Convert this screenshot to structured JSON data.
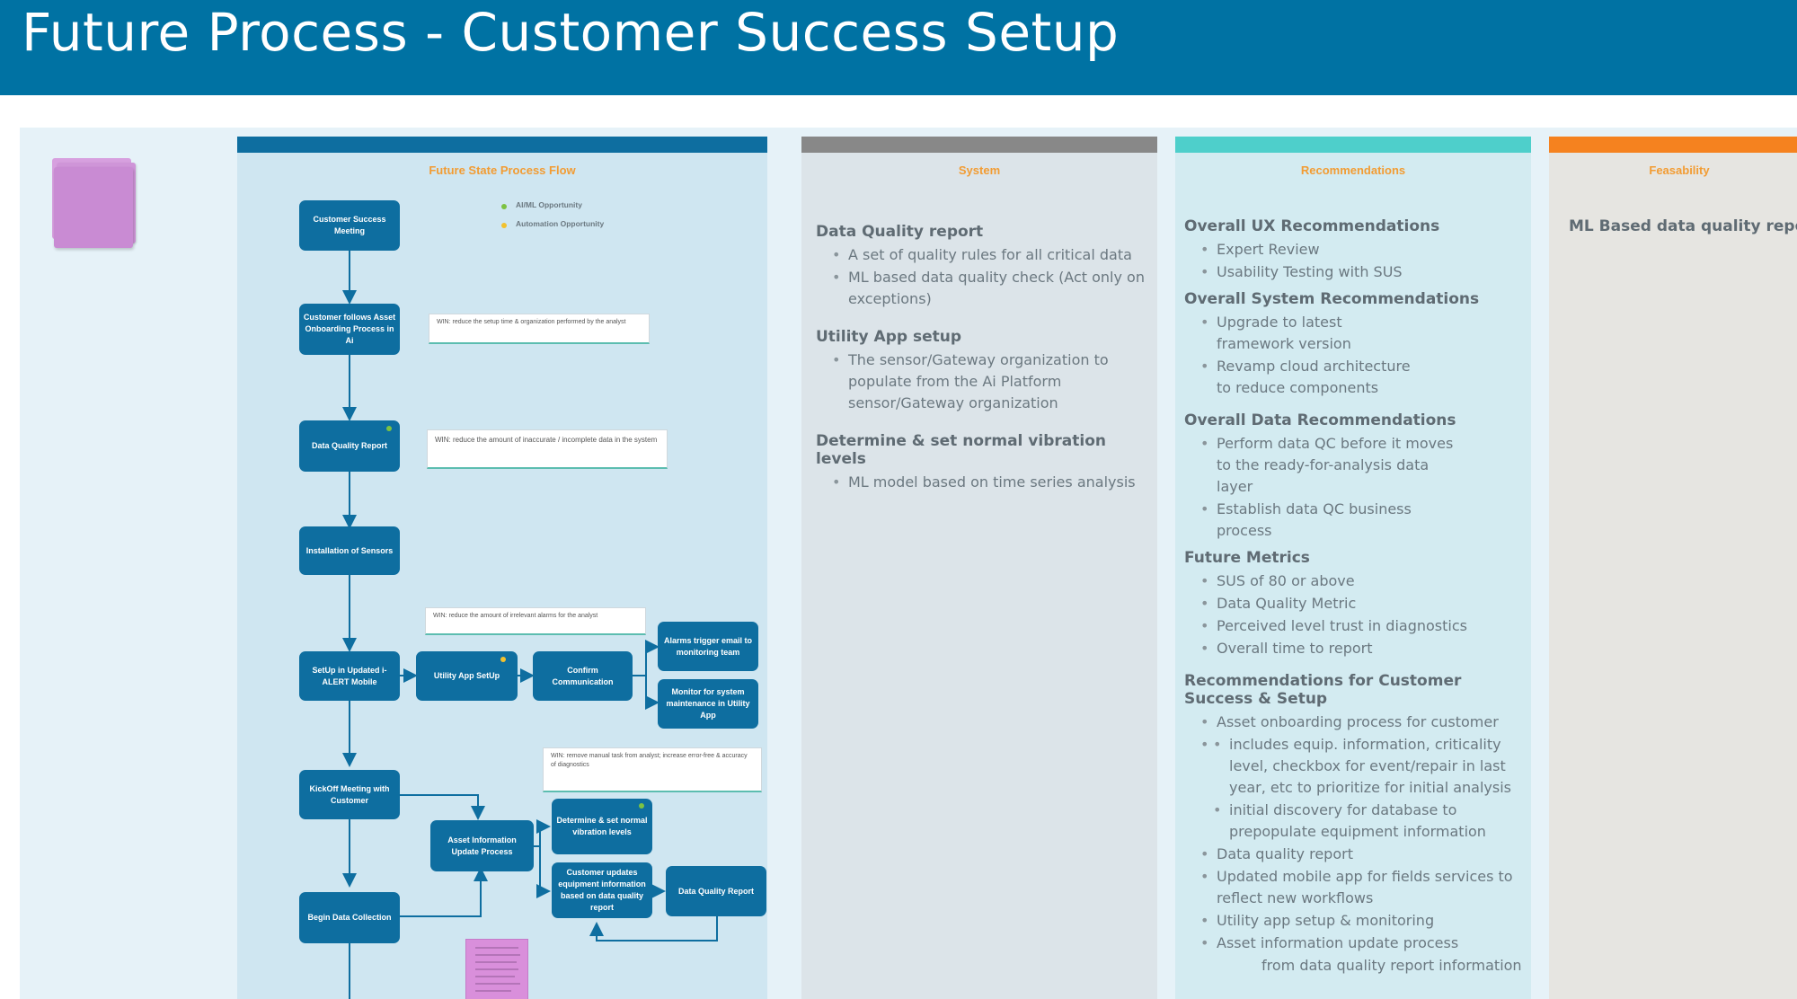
{
  "page": {
    "title": "Future Process - Customer Success Setup"
  },
  "columns": {
    "flow": {
      "title": "Future State Process Flow",
      "bar_color": "#0e6ea0"
    },
    "system": {
      "title": "System",
      "bar_color": "#888888",
      "sections": [
        {
          "heading": "Data Quality report",
          "items": [
            "A set of quality rules for all critical data",
            "ML based data quality check (Act only on exceptions)"
          ]
        },
        {
          "heading": "Utility App setup",
          "items": [
            "The sensor/Gateway organization to populate from the Ai Platform sensor/Gateway organization"
          ]
        },
        {
          "heading": "Determine & set normal vibration levels",
          "items": [
            "ML model based on time series analysis"
          ]
        }
      ]
    },
    "recommendations": {
      "title": "Recommendations",
      "bar_color": "#4ecfcb",
      "sections": [
        {
          "heading": "Overall UX Recommendations",
          "items": [
            "Expert Review",
            "Usability Testing with SUS"
          ]
        },
        {
          "heading": "Overall System Recommendations",
          "items": [
            "Upgrade to latest framework version",
            "Revamp cloud architecture to reduce components"
          ]
        },
        {
          "heading": "Overall Data Recommendations",
          "items": [
            "Perform data QC before it moves to the ready-for-analysis data layer",
            "Establish data QC business process"
          ]
        },
        {
          "heading": "Future Metrics",
          "items": [
            "SUS of 80 or above",
            "Data Quality Metric",
            "Perceived level trust in diagnostics",
            "Overall time to report"
          ]
        },
        {
          "heading": "Recommendations for Customer Success & Setup",
          "items": [
            "Asset onboarding process for customer"
          ],
          "subitems": [
            "includes equip. information, criticality level, checkbox for event/repair in last year, etc to prioritize for initial analysis",
            "initial discovery for database to prepopulate equipment information"
          ],
          "items_after": [
            "Data quality report",
            "Updated mobile app for fields services to reflect new workflows",
            "Utility app setup & monitoring",
            "Asset information update process"
          ],
          "trailing": "from data quality report information"
        }
      ]
    },
    "feasibility": {
      "title": "Feasability",
      "bar_color": "#f5821f",
      "item": "ML Based data quality report"
    }
  },
  "flow": {
    "legend": [
      {
        "label": "AI/ML Opportunity",
        "color": "#7cc242"
      },
      {
        "label": "Automation Opportunity",
        "color": "#f2c12e"
      }
    ],
    "nodes": {
      "customer_success_meeting": "Customer Success Meeting",
      "asset_onboarding": "Customer follows Asset Onboarding Process in Ai",
      "data_quality_report": "Data Quality Report",
      "installation_of_sensors": "Installation of Sensors",
      "setup_ialert": "SetUp in Updated i-ALERT Mobile",
      "utility_app_setup": "Utility App SetUp",
      "confirm_communication": "Confirm Communication",
      "alarms_trigger": "Alarms trigger email to monitoring team",
      "monitor_system": "Monitor for system maintenance in Utility App",
      "kickoff_meeting": "KickOff Meeting with Customer",
      "asset_info_update": "Asset Information Update Process",
      "determine_vibration": "Determine & set normal vibration levels",
      "customer_updates": "Customer updates equipment information based on data quality report",
      "data_quality_report_2": "Data Quality Report",
      "begin_data_collection": "Begin Data Collection"
    },
    "notes": {
      "win1": "WIN: reduce the setup time & organization performed by the analyst",
      "win2": "WIN: reduce the amount of inaccurate / incomplete data in the system",
      "win3": "WIN: reduce the amount of irrelevant alarms for the analyst",
      "win4": "WIN: remove manual task from analyst; increase error-free & accuracy of diagnostics"
    }
  }
}
